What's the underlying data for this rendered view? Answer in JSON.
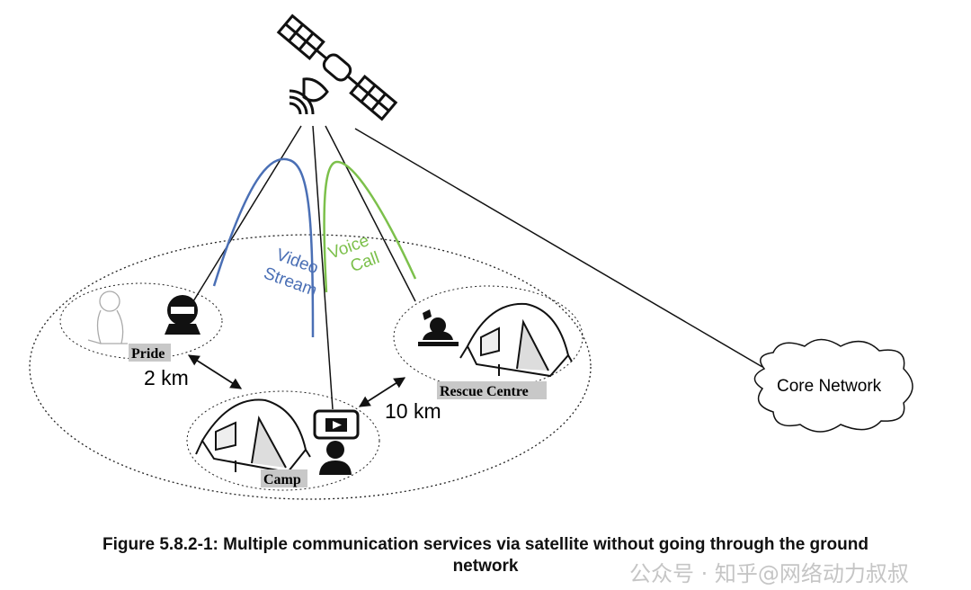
{
  "figure": {
    "caption_line1": "Figure 5.8.2-1: Multiple communication services via satellite without going through the ground",
    "caption_line2": "network",
    "watermark": "公众号 · 知乎@网络动力叔叔"
  },
  "diagram": {
    "nodes": {
      "satellite": "satellite-icon",
      "pride": "Pride",
      "camp": "Camp",
      "rescue_centre": "Rescue Centre",
      "core_network": "Core Network"
    },
    "links": {
      "video_stream_line1": "Video",
      "video_stream_line2": "Stream",
      "voice_call_line1": "Voice",
      "voice_call_line2": "Call",
      "pride_camp_distance": "2 km",
      "camp_rescue_distance": "10 km"
    },
    "colors": {
      "video_stream": "#4a6fb5",
      "voice_call": "#7cc04b",
      "line": "#111111",
      "label_bg": "#c8c8c8"
    }
  }
}
